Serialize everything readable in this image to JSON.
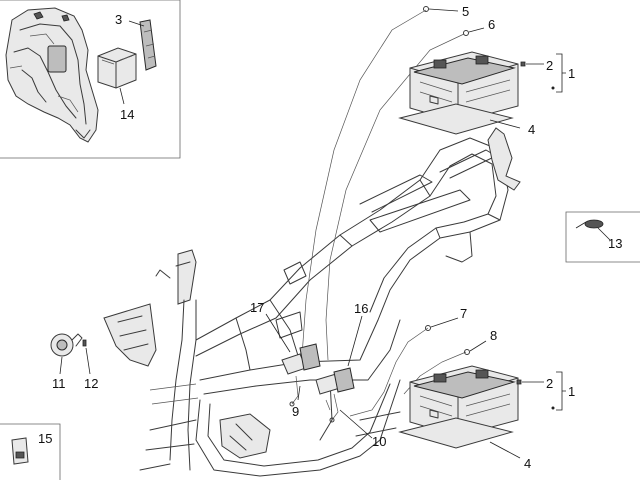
{
  "callouts": {
    "n1_top": "1",
    "n2_top": "2",
    "n3": "3",
    "n4_top": "4",
    "n5": "5",
    "n6": "6",
    "n7": "7",
    "n8": "8",
    "n9": "9",
    "n10": "10",
    "n11": "11",
    "n12": "12",
    "n13": "13",
    "n14": "14",
    "n15": "15",
    "n16": "16",
    "n17": "17",
    "n1_bottom": "1",
    "n2_bottom": "2",
    "n4_bottom": "4"
  }
}
